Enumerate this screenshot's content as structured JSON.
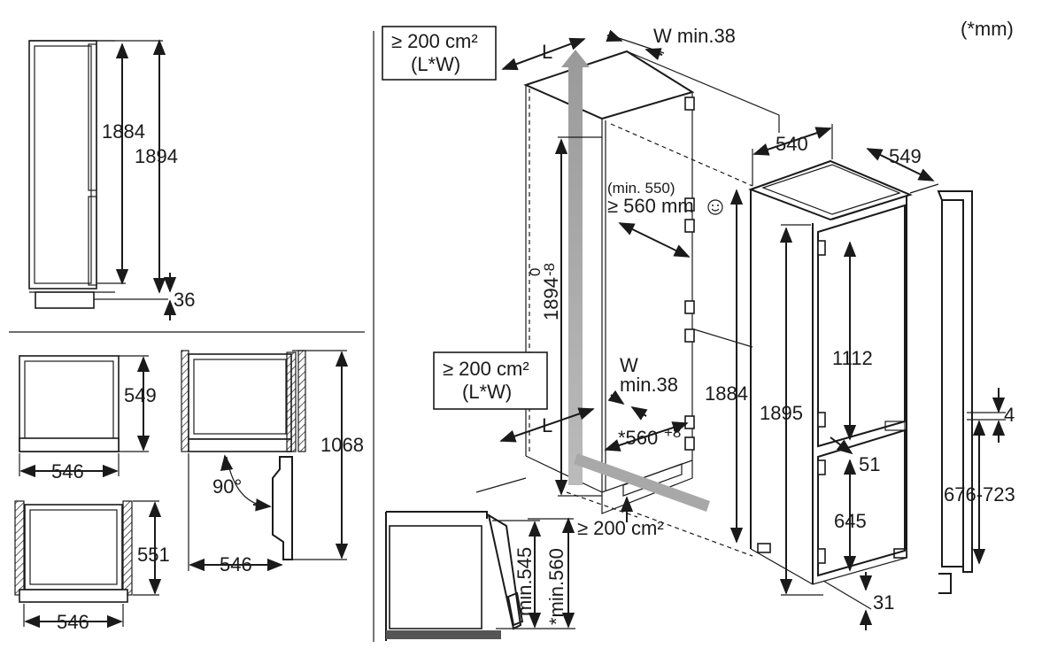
{
  "units_note": "(*mm)",
  "left_panel": {
    "side_dims": [
      "1884",
      "1894",
      "36"
    ],
    "top_view_1": {
      "depth": "549",
      "width": "546"
    },
    "top_view_2": {
      "depth": "551",
      "width": "546"
    },
    "door_view": {
      "height": "1068",
      "width": "546",
      "angle": "90°"
    }
  },
  "niche": {
    "vent_top": {
      "line1": "≥ 200 cm²",
      "line2": "(L*W)"
    },
    "vent_mid": {
      "line1": "≥ 200 cm²",
      "line2": "(L*W)"
    },
    "vent_bottom": "≥ 200 cm²",
    "L_top": "L",
    "L_mid": "L",
    "W_top": "W min.38",
    "W_mid_1": "W",
    "W_mid_2": "min.38",
    "height": "1894",
    "height_tol_top": "0",
    "height_tol_bottom": "-8",
    "depth_min_small": "(min. 550)",
    "depth_min": "≥ 560 mm",
    "width": "*560",
    "width_tol": "+8",
    "height_2": "1884"
  },
  "appliance": {
    "width": "540",
    "depth": "549",
    "height": "1895",
    "fridge_door": "1112",
    "gap": "51",
    "freezer_door": "645",
    "bottom": "31",
    "door_gap": "4",
    "door_range": "676-723"
  },
  "detail": {
    "min_a": "min.545",
    "min_b": "*min.560"
  }
}
